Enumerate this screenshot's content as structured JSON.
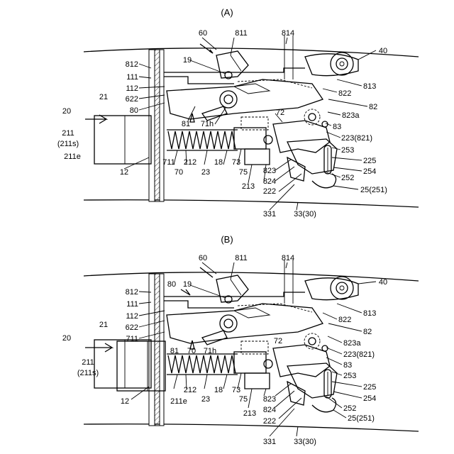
{
  "panel_a": {
    "title": "(A)",
    "labels": {
      "l60": "60",
      "l811": "811",
      "l814": "814",
      "l40": "40",
      "l19": "19",
      "l812": "812",
      "l111": "111",
      "l112": "112",
      "l622": "622",
      "l80": "80",
      "l21": "21",
      "l20": "20",
      "l211": "211",
      "l211s": "(211s)",
      "l211e": "211e",
      "l12": "12",
      "l81": "81",
      "l71h": "71h",
      "l72": "72",
      "l813": "813",
      "l822": "822",
      "l82": "82",
      "l823a": "823a",
      "l83": "83",
      "l223": "223(821)",
      "l253": "253",
      "l225": "225",
      "l254": "254",
      "l252": "252",
      "l711": "711",
      "l70": "70",
      "l212": "212",
      "l23": "23",
      "l18": "18",
      "l73": "73",
      "l75": "75",
      "l823": "823",
      "l824": "824",
      "l213": "213",
      "l222": "222",
      "l25": "25(251)",
      "l331": "331",
      "l33": "33(30)"
    }
  },
  "panel_b": {
    "title": "(B)",
    "labels": {
      "l60": "60",
      "l811": "811",
      "l814": "814",
      "l40": "40",
      "l80": "80",
      "l19": "19",
      "l812": "812",
      "l111": "111",
      "l112": "112",
      "l622": "622",
      "l711": "711",
      "l21": "21",
      "l20": "20",
      "l211": "211",
      "l211s": "(211s)",
      "l12": "12",
      "l211e": "211e",
      "l81": "81",
      "l70": "70",
      "l71h": "71h",
      "l72": "72",
      "l813": "813",
      "l822": "822",
      "l82": "82",
      "l823a": "823a",
      "l223": "223(821)",
      "l83": "83",
      "l253": "253",
      "l225": "225",
      "l254": "254",
      "l252": "252",
      "l212": "212",
      "l23": "23",
      "l18": "18",
      "l73": "73",
      "l75": "75",
      "l213": "213",
      "l823": "823",
      "l824": "824",
      "l222": "222",
      "l25": "25(251)",
      "l331": "331",
      "l33": "33(30)"
    }
  }
}
